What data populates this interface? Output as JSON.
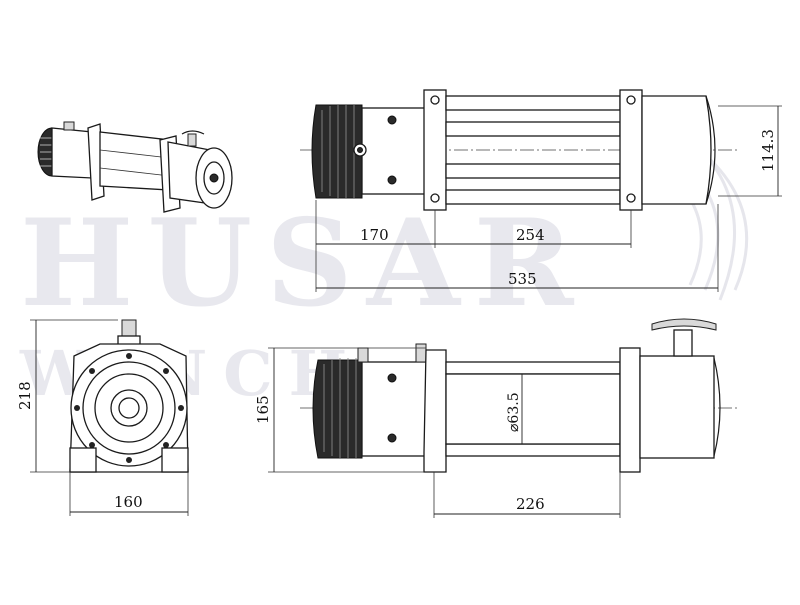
{
  "watermark": {
    "brand": "HUSAR",
    "subtitle": "WINCH"
  },
  "dimensions": {
    "motor_to_flange": "170",
    "flange_to_flange": "254",
    "overall_length": "535",
    "height_right": "114.3",
    "height_front": "218",
    "width_front": "160",
    "height_side": "165",
    "drum_diameter": "⌀63.5",
    "base_length": "226"
  },
  "colors": {
    "line": "#1a1a1a",
    "watermark": "#e8e8ee",
    "motor_fins": "#2a2a2a"
  }
}
